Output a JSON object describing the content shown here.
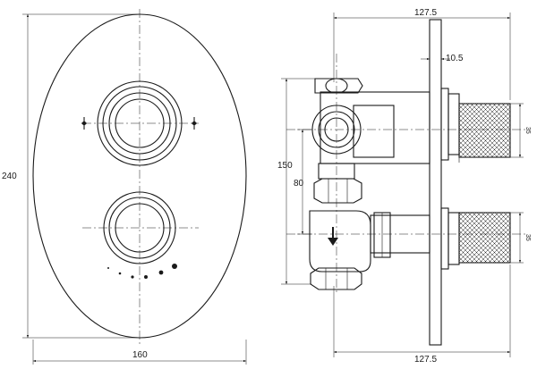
{
  "dimensions": {
    "front_width": "160",
    "front_height": "240",
    "side_depth_top": "127.5",
    "side_depth_bottom": "127.5",
    "plate_thickness": "10.5",
    "body_height": "150",
    "outlet_spacing": "80",
    "knob_diameter_upper": "35",
    "knob_diameter_lower": "35"
  },
  "symbols": {
    "flow_direction": "arrow-down",
    "temperature_scale": "dot-scale-icon"
  }
}
